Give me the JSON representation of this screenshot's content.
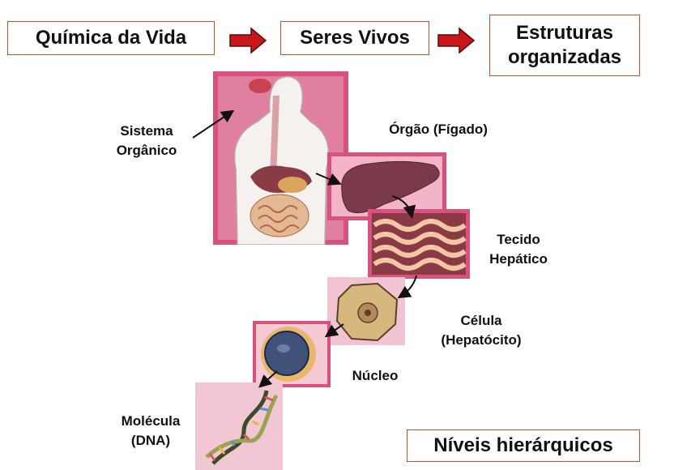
{
  "header": {
    "box1": "Química da Vida",
    "box2": "Seres Vivos",
    "box3_line1": "Estruturas",
    "box3_line2": "organizadas"
  },
  "levels": {
    "system": "Sistema\nOrgânico",
    "organ": "Órgão (Fígado)",
    "tissue": "Tecido\nHepático",
    "cell": "Célula\n(Hepatócito)",
    "nucleus": "Núcleo",
    "molecule": "Molécula\n(DNA)"
  },
  "footer": {
    "title": "Níveis hierárquicos"
  },
  "colors": {
    "box_border": "#b5532e",
    "arrow_red": "#c8161b",
    "panel_pink": "#d9527d",
    "liver": "#7a3a4a"
  }
}
